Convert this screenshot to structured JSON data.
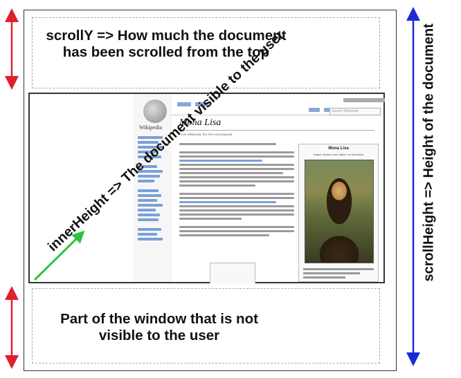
{
  "labels": {
    "scrolly": "scrollY => How much the document has been scrolled from the top",
    "inner_height": "innerHeight => The document visible to the user",
    "scroll_height": "scrollHeight => Height of the document",
    "hidden_window": "Part of the window that is not visible to the user"
  },
  "wiki_page": {
    "title": "Mona Lisa",
    "subtitle": "From Wikipedia, the free encyclopedia",
    "wordmark": "Wikipedia",
    "search_placeholder": "Search Wikipedia",
    "infobox_title": "Mona Lisa",
    "infobox_caption": "Italian: Monna Lisa, Italian: La Gioconda"
  },
  "colors": {
    "red_arrow": "#e0202a",
    "blue_arrow": "#1a2bd6",
    "green_arrow": "#2fc43a",
    "dashed_border": "#aaaaaa"
  }
}
